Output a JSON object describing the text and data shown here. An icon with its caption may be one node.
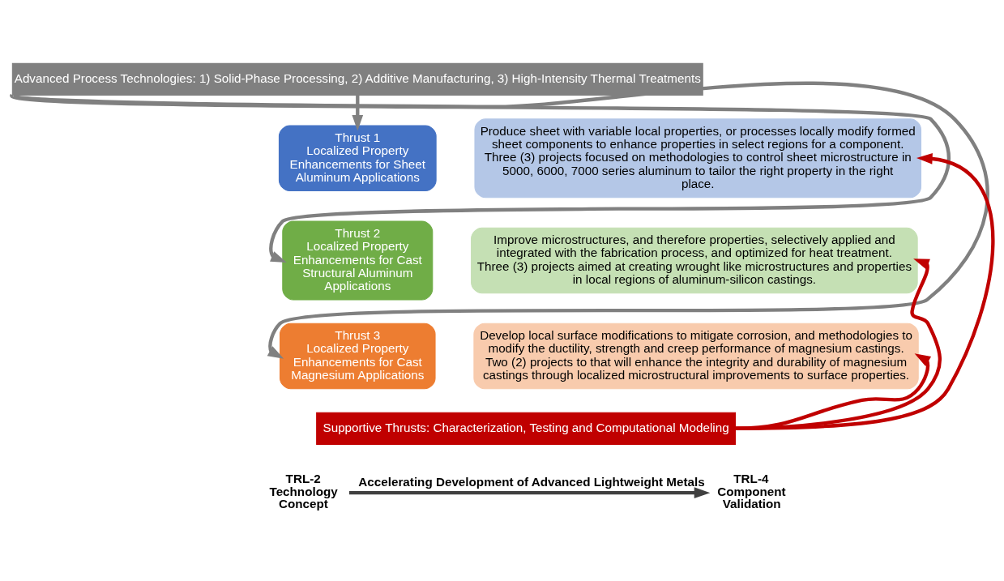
{
  "diagram": {
    "nodes": [
      {
        "text": [
          "Advanced Process Technologies: 1) Solid-Phase Processing, 2) Additive Manufacturing, 3) High-Intensity Thermal Treatments"
        ]
      },
      {
        "text": [
          "Thrust 1",
          "Localized Property Enhancements for Sheet Aluminum Applications"
        ]
      },
      {
        "text": [
          "Produce sheet with variable local properties, or processes locally modify formed sheet components to enhance properties in select regions for a component.",
          "Three (3) projects focused on methodologies to control sheet microstructure in 5000, 6000, 7000 series aluminum to tailor the right property in the right place."
        ]
      },
      {
        "text": [
          "Thrust 2",
          "Localized Property Enhancements for Cast Structural Aluminum Applications"
        ]
      },
      {
        "text": [
          "Improve microstructures, and therefore properties, selectively applied and integrated with the fabrication process, and optimized for heat treatment.",
          "Three (3) projects aimed at creating wrought like microstructures and properties in local regions of aluminum-silicon castings."
        ]
      },
      {
        "text": [
          "Thrust 3",
          "Localized Property Enhancements for Cast Magnesium Applications"
        ]
      },
      {
        "text": [
          "Develop local surface modifications to mitigate corrosion, and methodologies to modify the ductility, strength and creep performance of magnesium castings.",
          "Two (2) projects to that will enhance the integrity and durability of magnesium castings through localized microstructural improvements to surface properties."
        ]
      },
      {
        "text": [
          "Supportive Thrusts: Characterization, Testing and Computational Modeling"
        ]
      },
      {
        "text": [
          "TRL-2 Technology Concept"
        ]
      },
      {
        "text": [
          "TRL-4 Component Validation"
        ]
      }
    ],
    "edges": [
      {
        "from": 0,
        "to": 1,
        "arrow": "to",
        "color": "#808080"
      },
      {
        "from": 0,
        "to": 3,
        "arrow": "to",
        "color": "#808080"
      },
      {
        "from": 0,
        "to": 5,
        "arrow": "to",
        "color": "#808080"
      },
      {
        "from": 7,
        "to": 2,
        "arrow": "to",
        "color": "#c00000"
      },
      {
        "from": 7,
        "to": 4,
        "arrow": "to",
        "color": "#c00000"
      },
      {
        "from": 7,
        "to": 6,
        "arrow": "to",
        "color": "#c00000"
      },
      {
        "from": 8,
        "to": 9,
        "arrow": "to",
        "label": "Accelerating Development of Advanced Lightweight Metals",
        "color": "#404040"
      }
    ]
  }
}
